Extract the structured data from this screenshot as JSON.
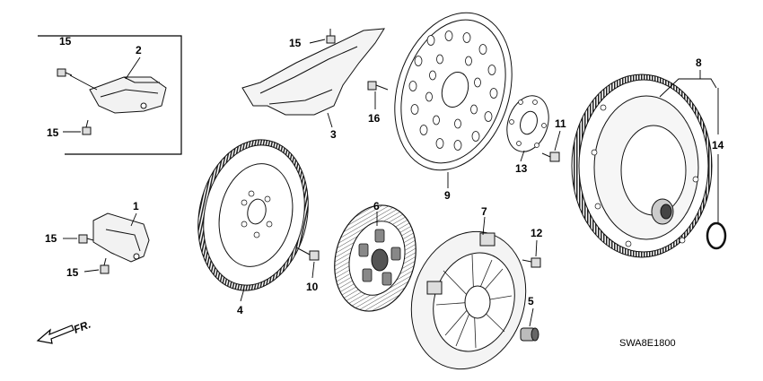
{
  "callouts": {
    "c15a": "15",
    "c2": "2",
    "c15b": "15",
    "c15c": "15",
    "c3": "3",
    "c16": "16",
    "c9": "9",
    "c11": "11",
    "c13": "13",
    "c8": "8",
    "c14": "14",
    "c1": "1",
    "c15d": "15",
    "c15e": "15",
    "c4": "4",
    "c10": "10",
    "c6": "6",
    "c7": "7",
    "c12": "12",
    "c5": "5"
  },
  "front_label": "FR.",
  "diagram_code": "SWA8E1800"
}
